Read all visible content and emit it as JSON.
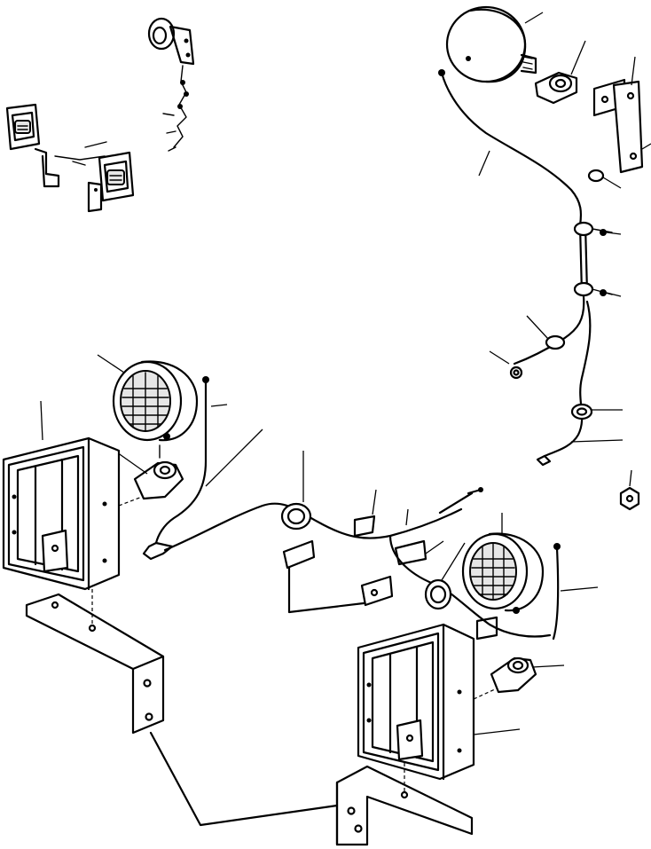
{
  "diagram": {
    "type": "exploded parts illustration (work lamp wiring kit)",
    "background_color": "#ffffff",
    "line_color": "#000000",
    "components": [
      "horn-assembly",
      "rear-lamp-pair",
      "top-right-work-lamp",
      "top-right-harness",
      "left-work-lamp",
      "left-lamp-guard",
      "left-bracket",
      "center-harness",
      "right-work-lamp",
      "right-lamp-guard",
      "right-bracket",
      "hex-nut"
    ]
  }
}
